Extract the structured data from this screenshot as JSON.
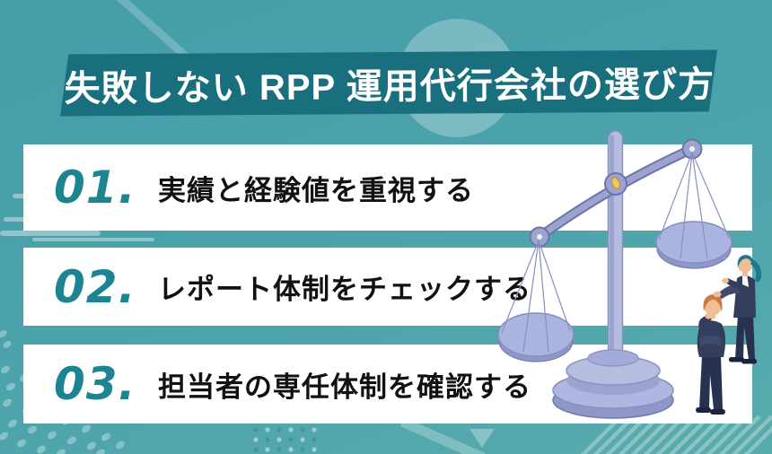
{
  "page": {
    "type": "infographic",
    "language": "ja"
  },
  "title": {
    "text": "失敗しない RPP 運用代行会社の選び方"
  },
  "items": [
    {
      "number": "01.",
      "label": "実績と経験値を重視する"
    },
    {
      "number": "02.",
      "label": "レポート体制をチェックする"
    },
    {
      "number": "03.",
      "label": "担当者の専任体制を確認する"
    }
  ],
  "icons": {
    "balance_scale": "balance-scale-illustration",
    "people": "two-business-people-illustration",
    "decorations": [
      "halftone-dots",
      "diagonal-stripes",
      "speed-lines",
      "background-circle",
      "triangle"
    ]
  },
  "colors": {
    "background": "#4BA2AB",
    "banner": "#1A6F7E",
    "bar": "#FFFFFF",
    "number": "#1E8492",
    "label_text": "#111111",
    "title_text": "#FFFFFF",
    "scale_body": "#AAB4E1",
    "scale_outline": "#6D74A6",
    "gold_pin": "#ECC95E",
    "suit_navy": "#323E5C",
    "skin": "#F0BD97",
    "woman_hair": "#1D7887",
    "man_hair": "#C97A45"
  }
}
